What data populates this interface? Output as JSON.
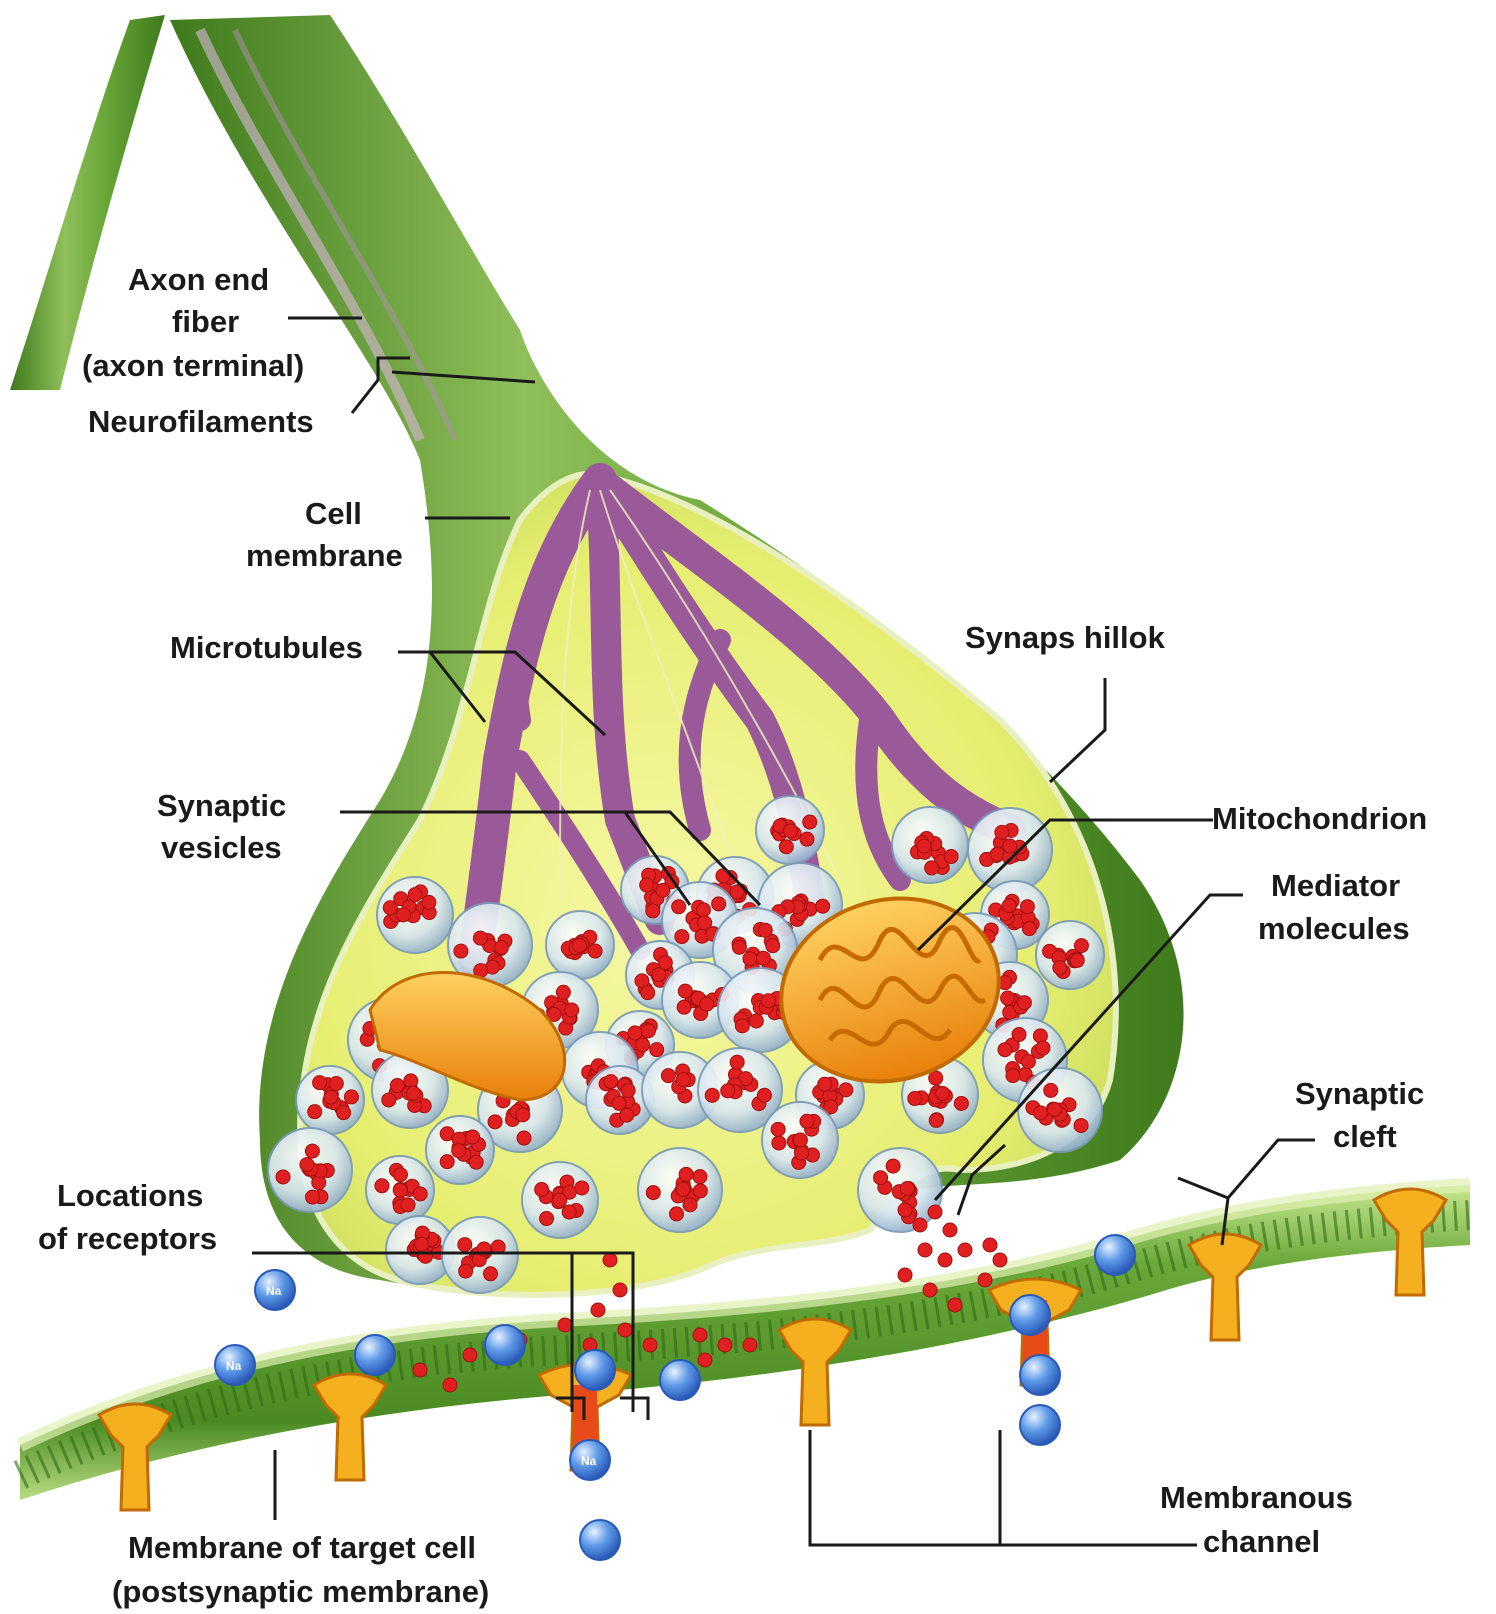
{
  "labels": {
    "axon_end_fiber": [
      "Axon end",
      "fiber",
      "(axon terminal)"
    ],
    "neurofilaments": "Neurofilaments",
    "cell_membrane": [
      "Cell",
      "membrane"
    ],
    "microtubules": "Microtubules",
    "synaptic_vesicles": [
      "Synaptic",
      "vesicles"
    ],
    "synaps_hillok": "Synaps hillok",
    "mitochondrion": "Mitochondrion",
    "mediator_molecules": [
      "Mediator",
      "molecules"
    ],
    "synaptic_cleft": [
      "Synaptic",
      "cleft"
    ],
    "locations_of_receptors": [
      "Locations",
      "of receptors"
    ],
    "membranous_channel": [
      "Membranous",
      "channel"
    ],
    "membrane_of_target_cell": [
      "Membrane of target cell",
      "(postsynaptic membrane)"
    ]
  },
  "ion_label": "Na",
  "colors": {
    "axon_green": "#5e9a2c",
    "axon_dark": "#3f7a1c",
    "cytoplasm": "#eef27a",
    "microtubule_purple": "#9a5a9a",
    "mitochondrion_orange": "#f0a020",
    "vesicle_red": "#e02020",
    "vesicle_shell": "#cfe0ea",
    "sodium_ion_blue": "#4a8ae0",
    "receptor_orange": "#f5b020",
    "receptor_red": "#e84a1a",
    "membrane_green": "#6aa83a"
  }
}
